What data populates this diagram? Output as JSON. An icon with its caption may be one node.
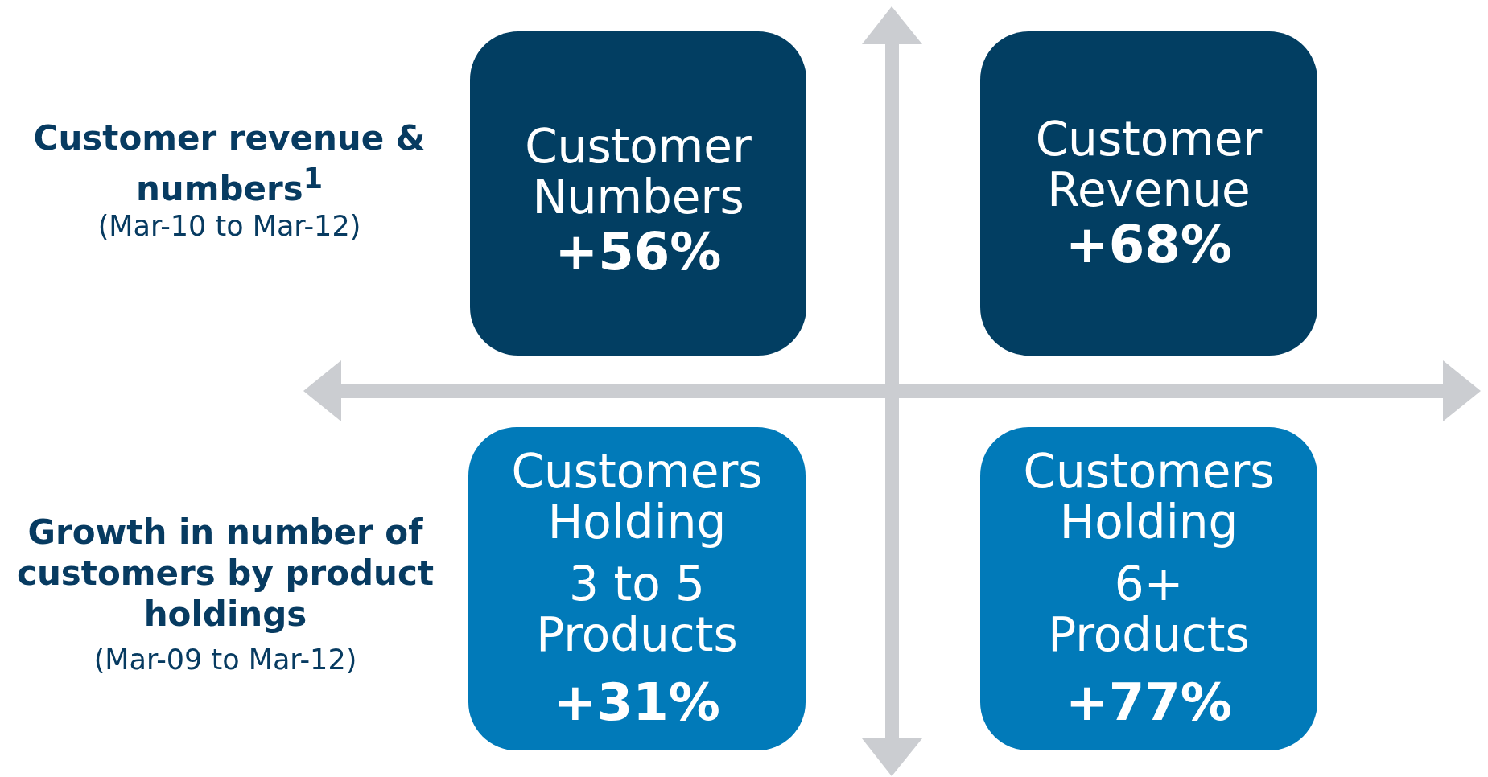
{
  "diagram": {
    "nodes": [
      {
        "text": [
          "Customer Numbers",
          "+56%"
        ]
      },
      {
        "text": [
          "Customer Revenue",
          "+68%"
        ]
      },
      {
        "text": [
          "Customers Holding",
          "3 to 5 Products",
          "+31%"
        ]
      },
      {
        "text": [
          "Customers Holding",
          "6+ Products",
          "+77%"
        ]
      }
    ],
    "labels": [
      "Customer revenue & numbers$^{1}$",
      "(Mar-10 to Mar-12)",
      "Growth in number of customers by product holdings",
      "(Mar-09 to Mar-12)"
    ]
  }
}
